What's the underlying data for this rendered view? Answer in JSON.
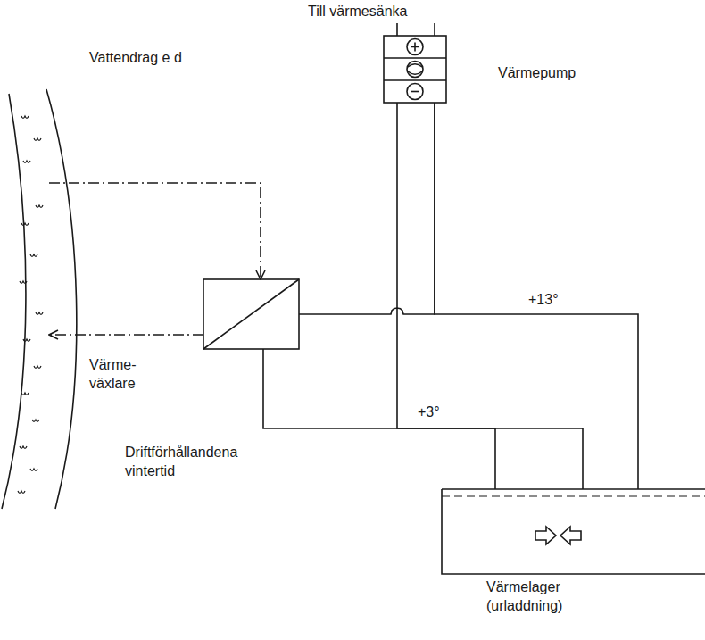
{
  "diagram": {
    "nodes": [
      {
        "text": [
          "Vattendrag e d"
        ]
      },
      {
        "text": [
          "Värmepump"
        ]
      },
      {
        "text": [
          "Värme- växlare"
        ]
      },
      {
        "text": [
          "Värmelager (urladdning)"
        ]
      }
    ],
    "edges": [
      {
        "from": 0,
        "to": 2,
        "arrow": "to"
      },
      {
        "from": 2,
        "to": 0,
        "arrow": "to"
      },
      {
        "from": 2,
        "to": 1,
        "arrow": "none"
      },
      {
        "from": 1,
        "to": 3,
        "arrow": "none"
      },
      {
        "from": 1,
        "to": 3,
        "arrow": "none"
      },
      {
        "from": 2,
        "to": 3,
        "arrow": "none"
      }
    ],
    "labels": [
      "Till värmesänka",
      "+13°",
      "+3°",
      "Driftförhållandena vintertid"
    ]
  }
}
